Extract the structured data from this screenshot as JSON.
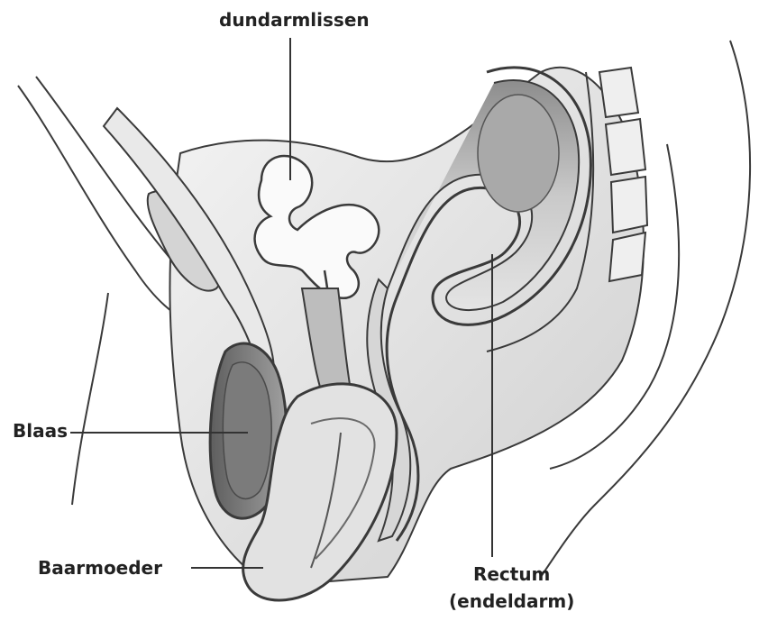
{
  "labels": {
    "small_intestine": "dundarmlissen",
    "bladder": "Blaas",
    "uterus": "Baarmoeder",
    "rectum": "Rectum",
    "rectum_sub": "(endeldarm)"
  },
  "colors": {
    "outline": "#3a3a3a",
    "tissue_light": "#ececec",
    "tissue_mid": "#cfcfcf",
    "tissue_dark": "#9a9a9a",
    "cavity": "#6e6e6e",
    "background": "#ffffff"
  }
}
